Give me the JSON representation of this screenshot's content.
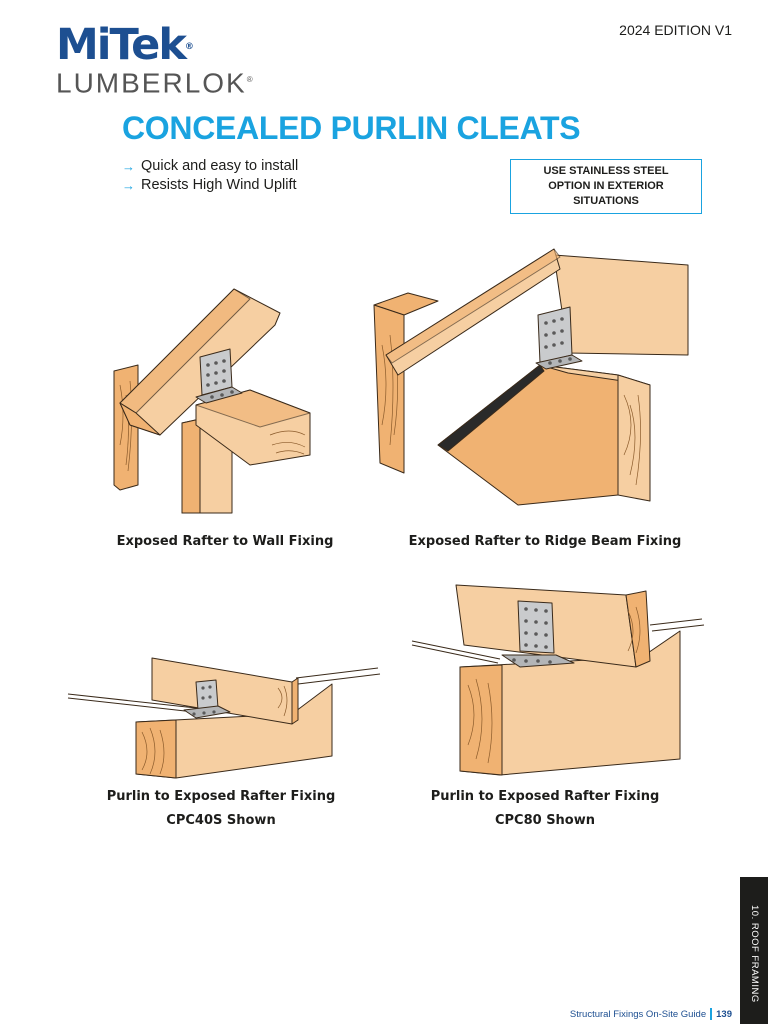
{
  "header": {
    "brand_top": "MiTek",
    "brand_bottom": "LUMBERLOK",
    "edition": "2024 EDITION V1"
  },
  "title": "CONCEALED PURLIN CLEATS",
  "features": [
    "Quick and easy to install",
    "Resists High Wind Uplift"
  ],
  "notice": "USE STAINLESS STEEL OPTION IN EXTERIOR SITUATIONS",
  "figures": [
    {
      "caption": "Exposed Rafter to Wall Fixing",
      "subcaption": ""
    },
    {
      "caption": "Exposed Rafter to Ridge Beam Fixing",
      "subcaption": ""
    },
    {
      "caption": "Purlin to Exposed Rafter Fixing",
      "subcaption": "CPC40S Shown"
    },
    {
      "caption": "Purlin to Exposed Rafter Fixing",
      "subcaption": "CPC80 Shown"
    }
  ],
  "side_tab": "10. ROOF FRAMING",
  "footer": {
    "guide": "Structural Fixings On-Site Guide",
    "page": "139"
  },
  "colors": {
    "accent": "#1aa3e0",
    "brand": "#1d4f91",
    "timber_light": "#f6cfa2",
    "timber_dark": "#f0b272",
    "bracket": "#c9cbcd"
  }
}
